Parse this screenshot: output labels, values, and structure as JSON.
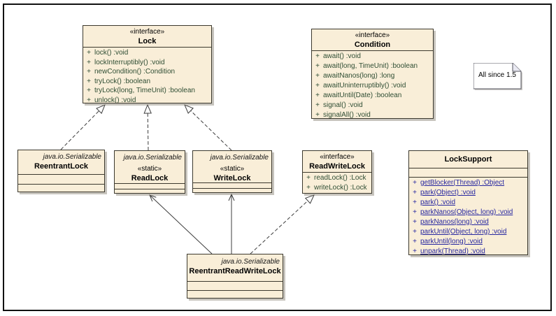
{
  "diagram": {
    "visibility_symbol": "+",
    "colors": {
      "box_fill": "#f9eed8",
      "box_border": "#3c392e",
      "method_text": "#2e4d33",
      "static_method_text": "#2626a0",
      "note_fill": "#ffffff",
      "line": "#3c3c3c"
    },
    "note": {
      "text": "All since 1.5"
    },
    "classes": {
      "lock": {
        "stereotype": "«interface»",
        "name": "Lock",
        "methods": [
          "lock() :void",
          "lockInterruptibly() :void",
          "newCondition() :Condition",
          "tryLock() :boolean",
          "tryLock(long, TimeUnit) :boolean",
          "unlock() :void"
        ]
      },
      "condition": {
        "stereotype": "«interface»",
        "name": "Condition",
        "methods": [
          "await() :void",
          "await(long, TimeUnit) :boolean",
          "awaitNanos(long) :long",
          "awaitUninterruptibly() :void",
          "awaitUntil(Date) :boolean",
          "signal() :void",
          "signalAll() :void"
        ]
      },
      "reentrant_lock": {
        "annotation": "java.io.Serializable",
        "name": "ReentrantLock"
      },
      "read_lock": {
        "annotation": "java.io.Serializable",
        "stereotype": "«static»",
        "name": "ReadLock"
      },
      "write_lock": {
        "annotation": "java.io.Serializable",
        "stereotype": "«static»",
        "name": "WriteLock"
      },
      "read_write_lock": {
        "stereotype": "«interface»",
        "name": "ReadWriteLock",
        "methods": [
          "readLock() :Lock",
          "writeLock() :Lock"
        ]
      },
      "lock_support": {
        "name": "LockSupport",
        "methods": [
          "getBlocker(Thread) :Object",
          "park(Object) :void",
          "park() :void",
          "parkNanos(Object, long) :void",
          "parkNanos(long) :void",
          "parkUntil(Object, long) :void",
          "parkUntil(long) :void",
          "unpark(Thread) :void"
        ]
      },
      "reentrant_read_write_lock": {
        "annotation": "java.io.Serializable",
        "name": "ReentrantReadWriteLock"
      }
    },
    "relationships": [
      {
        "type": "realization",
        "from": "ReentrantLock",
        "to": "Lock"
      },
      {
        "type": "realization",
        "from": "ReadLock",
        "to": "Lock"
      },
      {
        "type": "realization",
        "from": "WriteLock",
        "to": "Lock"
      },
      {
        "type": "realization",
        "from": "ReentrantReadWriteLock",
        "to": "ReadWriteLock"
      },
      {
        "type": "association",
        "from": "ReentrantReadWriteLock",
        "to": "ReadLock"
      },
      {
        "type": "association",
        "from": "ReentrantReadWriteLock",
        "to": "WriteLock"
      }
    ]
  }
}
